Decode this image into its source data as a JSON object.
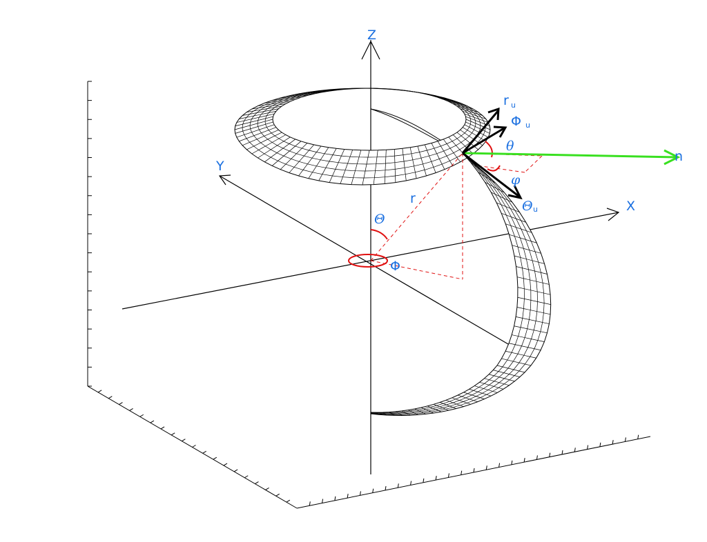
{
  "labels": {
    "z_axis": "Z",
    "y_axis": "Y",
    "x_axis": "X",
    "r": "r",
    "theta_upper": "Θ",
    "phi_upper": "Φ",
    "theta_lower": "θ",
    "phi_lower": "φ",
    "n": "n",
    "r_u": "r",
    "r_u_sub": "u",
    "phi_u": "Φ",
    "phi_u_sub": "u",
    "theta_u": "Θ",
    "theta_u_sub": "u"
  },
  "colors": {
    "label": "#1a6fe0",
    "angle_marks": "#e01010",
    "normal_vector": "#39e020",
    "unit_vectors": "#000000"
  }
}
